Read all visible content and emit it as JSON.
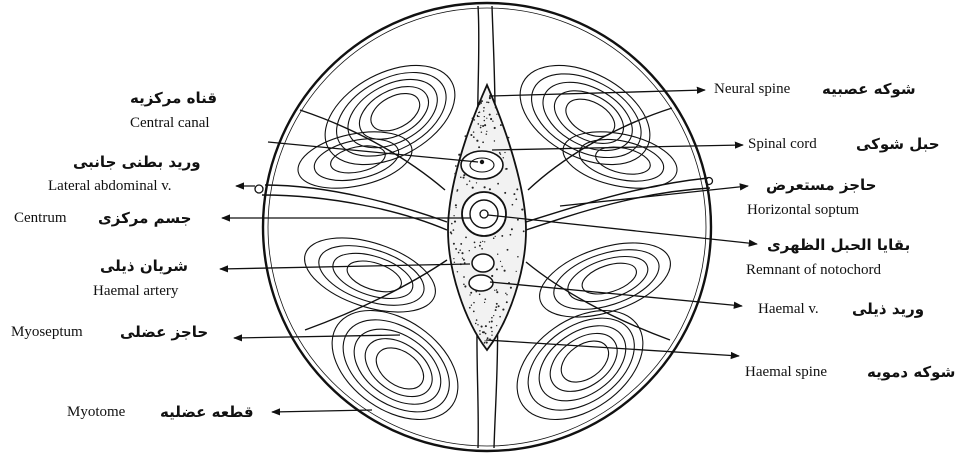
{
  "labels": {
    "central_canal_fa": "قناه مرکزیه",
    "central_canal_en": "Central canal",
    "lateral_abdominal_fa": "ورید بطنی جانبی",
    "lateral_abdominal_en": "Lateral abdominal v.",
    "centrum_en": "Centrum",
    "centrum_fa": "جسم مرکزی",
    "haemal_artery_fa": "شریان ذیلی",
    "haemal_artery_en": "Haemal artery",
    "myoseptum_en": "Myoseptum",
    "myoseptum_fa": "حاجز عضلی",
    "myotome_en": "Myotome",
    "myotome_fa": "قطعه عضلیه",
    "neural_spine_en": "Neural spine",
    "neural_spine_fa": "شوکه عصبیه",
    "spinal_cord_en": "Spinal cord",
    "spinal_cord_fa": "حبل شوکی",
    "horizontal_septum_fa": "حاجز مستعرض",
    "horizontal_septum_en": "Horizontal soptum",
    "notochord_fa": "بقایا الحبل الظهری",
    "notochord_en": "Remnant of notochord",
    "haemal_v_en": "Haemal v.",
    "haemal_v_fa": "ورید ذیلی",
    "haemal_spine_en": "Haemal spine",
    "haemal_spine_fa": "شوکه دمویه"
  },
  "colors": {
    "ink": "#111111",
    "paper": "#ffffff"
  }
}
